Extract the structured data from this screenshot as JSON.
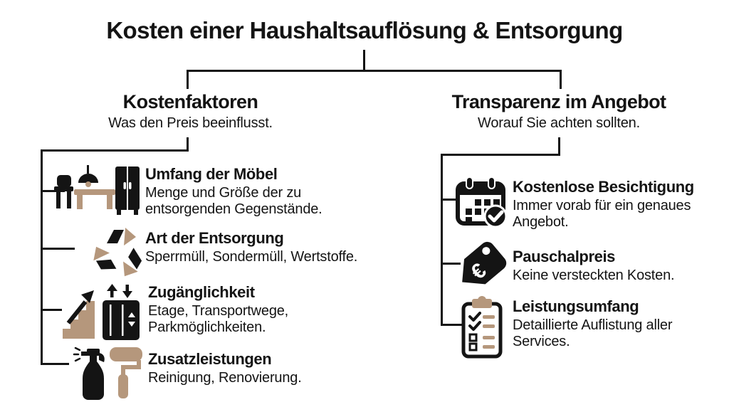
{
  "title": "Kosten einer Haushaltsauflösung & Entsorgung",
  "colors": {
    "ink": "#141414",
    "tan": "#b5977c",
    "background": "#ffffff"
  },
  "branches": [
    {
      "heading": "Kostenfaktoren",
      "subheading": "Was den Preis beeinflusst.",
      "items": [
        {
          "icon": "furniture-icon",
          "title": "Umfang der Möbel",
          "description": "Menge und Größe der zu entsorgenden Gegenstände."
        },
        {
          "icon": "recycling-icon",
          "title": "Art der Entsorgung",
          "description": "Sperrmüll, Sondermüll, Wertstoffe."
        },
        {
          "icon": "stairs-elevator-icon",
          "title": "Zugänglichkeit",
          "description": "Etage, Transportwege, Parkmöglichkeiten."
        },
        {
          "icon": "spray-roller-icon",
          "title": "Zusatzleistungen",
          "description": "Reinigung, Renovierung."
        }
      ]
    },
    {
      "heading": "Transparenz im Angebot",
      "subheading": "Worauf Sie achten sollten.",
      "items": [
        {
          "icon": "calendar-check-icon",
          "title": "Kostenlose Besichtigung",
          "description": "Immer vorab für ein genaues Angebot."
        },
        {
          "icon": "price-tag-euro-icon",
          "title": "Pauschalpreis",
          "description": "Keine versteckten Kosten."
        },
        {
          "icon": "clipboard-checklist-icon",
          "title": "Leistungsumfang",
          "description": "Detaillierte Auflistung aller Services."
        }
      ]
    }
  ]
}
